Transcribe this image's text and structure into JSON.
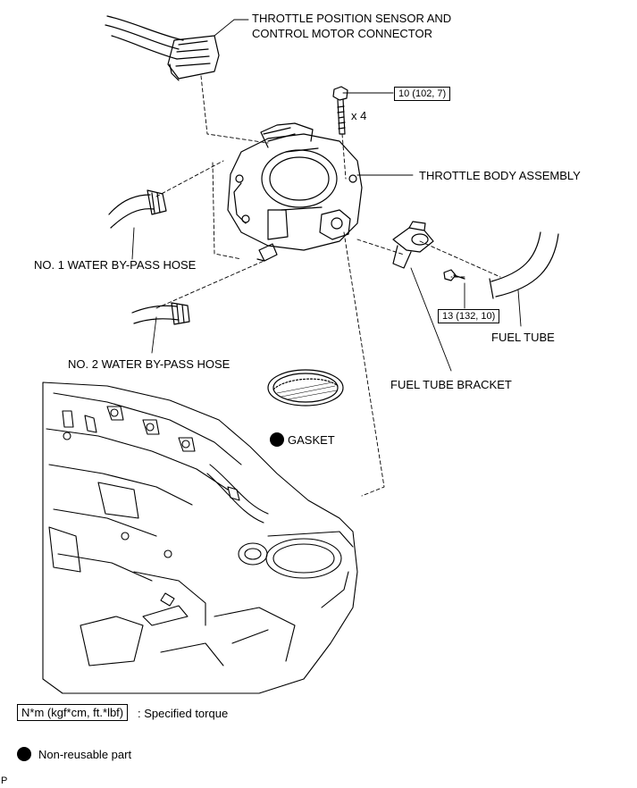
{
  "labels": {
    "tps_connector_line1": "THROTTLE POSITION SENSOR AND",
    "tps_connector_line2": "CONTROL MOTOR CONNECTOR",
    "throttle_body": "THROTTLE BODY ASSEMBLY",
    "water_hose_1": "NO. 1 WATER BY-PASS HOSE",
    "water_hose_2": "NO. 2 WATER BY-PASS HOSE",
    "fuel_tube": "FUEL TUBE",
    "fuel_tube_bracket": "FUEL TUBE BRACKET",
    "gasket": "GASKET",
    "bolt_qty": "x 4"
  },
  "torques": {
    "throttle_bolts": "10 (102, 7)",
    "bracket_bolt": "13 (132, 10)"
  },
  "legend": {
    "torque_units": "N*m (kgf*cm, ft.*lbf)",
    "torque_desc": ": Specified torque",
    "nonreusable_desc": "Non-reusable part"
  },
  "footer": {
    "page_marker": "P"
  }
}
